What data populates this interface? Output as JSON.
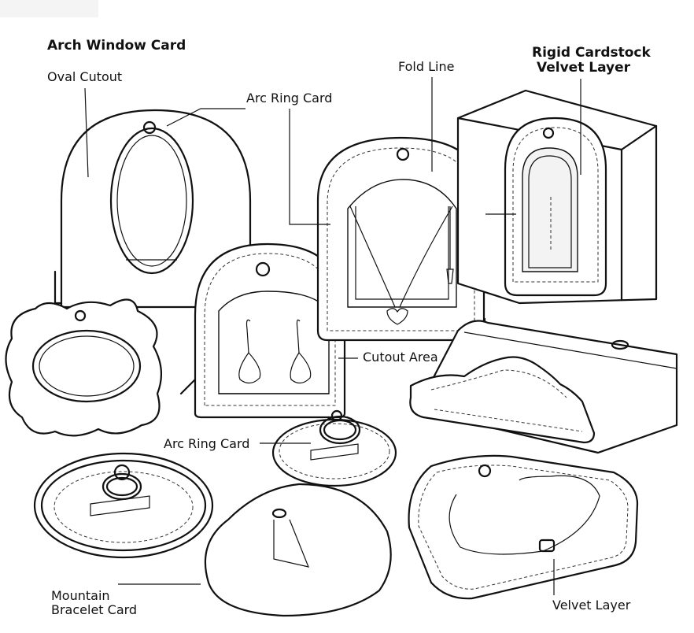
{
  "labels": {
    "arch_window_card": "Arch Window Card",
    "oval_cutout": "Oval Cutout",
    "arc_ring_card_top": "Arc Ring Card",
    "fold_line": "Fold Line",
    "rigid_cardstock": "Rigid Cardstock",
    "velvet_layer_top": "Velvet Layer",
    "cutout_area": "Cutout Area",
    "arc_ring_card_mid": "Arc Ring Card",
    "mountain": "Mountain",
    "bracelet_card": "Bracelet Card",
    "velvet_layer_bottom": "Velvet Layer"
  },
  "colors": {
    "stroke": "#111111",
    "background": "#ffffff"
  }
}
